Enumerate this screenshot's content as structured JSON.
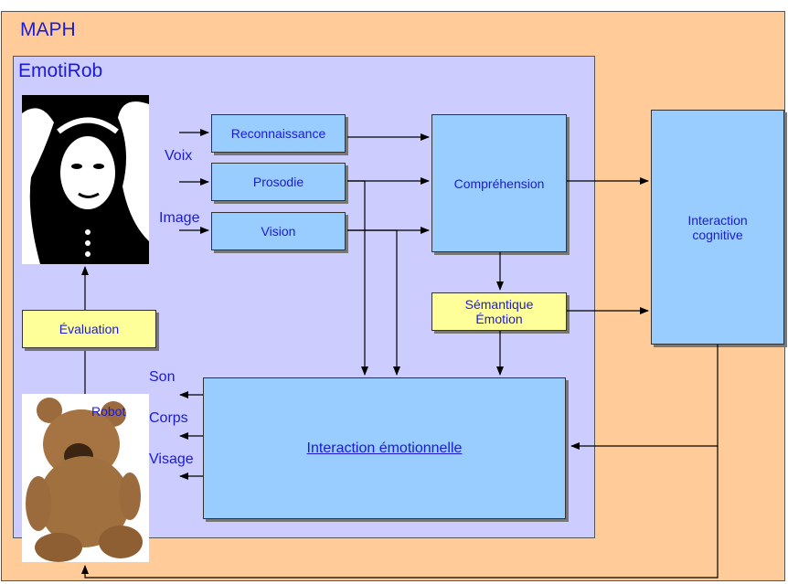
{
  "colors": {
    "outer_bg": "#ffcc99",
    "inner_bg": "#ccccff",
    "module_bg": "#99ccff",
    "highlight_bg": "#ffff99",
    "text": "#1b1bd6",
    "line": "#000000"
  },
  "maph_label": "MAPH",
  "emotirob_label": "EmotiRob",
  "inputs": {
    "voix": "Voix",
    "image": "Image"
  },
  "modules": {
    "reconnaissance": "Reconnaissance",
    "prosodie": "Prosodie",
    "vision": "Vision",
    "comprehension": "Compréhension",
    "semantique": "Sémantique\nÉmotion",
    "interaction_cognitive": "Interaction\ncognitive",
    "interaction_emotionnelle": "Interaction émotionnelle",
    "evaluation": "Évaluation"
  },
  "outputs": {
    "son": "Son",
    "corps": "Corps",
    "visage": "Visage"
  },
  "robot_label": "Robot",
  "images": {
    "person": "person-photo",
    "robot": "teddy-bear-robot-photo"
  }
}
